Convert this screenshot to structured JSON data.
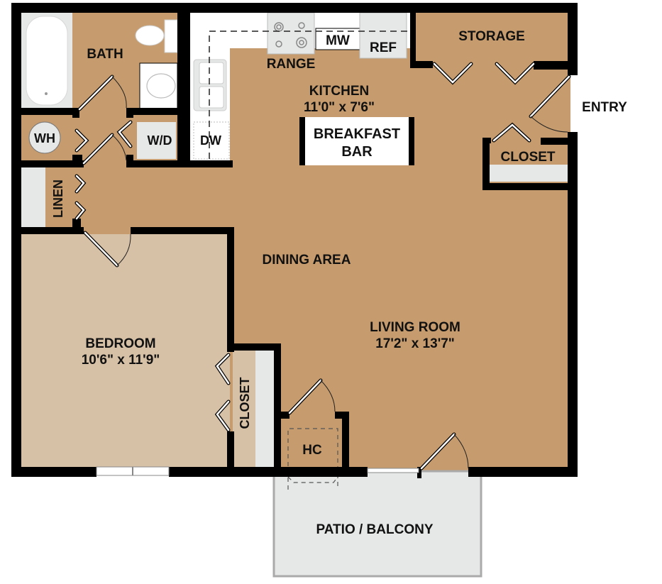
{
  "plan": {
    "colors": {
      "floor": "#c69b6d",
      "bedroom_floor": "#d6c0a6",
      "fixture": "#e6e7e7",
      "wall": "#000000",
      "background": "#ffffff",
      "label": "#111111"
    },
    "rooms": {
      "bath": {
        "name": "BATH"
      },
      "wh": {
        "name": "WH"
      },
      "wd": {
        "name": "W/D"
      },
      "dw": {
        "name": "DW"
      },
      "linen": {
        "name": "LINEN"
      },
      "range": {
        "name": "RANGE"
      },
      "mw": {
        "name": "MW"
      },
      "ref": {
        "name": "REF"
      },
      "kitchen": {
        "name": "KITCHEN",
        "size": "11'0\" x 7'6\""
      },
      "breakfast_bar": {
        "line1": "BREAKFAST",
        "line2": "BAR"
      },
      "storage": {
        "name": "STORAGE"
      },
      "entry": {
        "name": "ENTRY"
      },
      "entry_closet": {
        "name": "CLOSET"
      },
      "dining": {
        "name": "DINING AREA"
      },
      "living": {
        "name": "LIVING ROOM",
        "size": "17'2\" x 13'7\""
      },
      "bedroom": {
        "name": "BEDROOM",
        "size": "10'6\" x 11'9\""
      },
      "bedroom_closet": {
        "name": "CLOSET"
      },
      "hc": {
        "name": "HC"
      },
      "patio": {
        "name": "PATIO / BALCONY"
      }
    }
  }
}
